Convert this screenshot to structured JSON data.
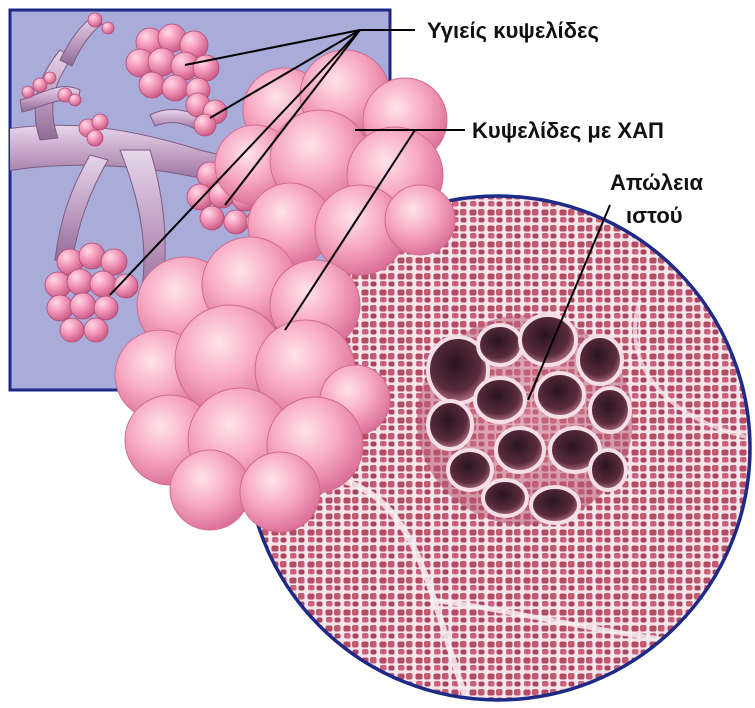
{
  "labels": {
    "healthy_alveoli": "Υγιείς κυψελίδες",
    "copd_alveoli": "Κυψελίδες με ΧΑΠ",
    "tissue_loss_line1": "Απώλεια",
    "tissue_loss_line2": "ιστού"
  },
  "colors": {
    "inset_background": "#a9acd9",
    "inset_border": "#1d2a86",
    "circle_border": "#1d2a86",
    "alveoli_pink": "#f29ab8",
    "tissue_pink": "#c9647c",
    "pointer_line": "#000000"
  }
}
